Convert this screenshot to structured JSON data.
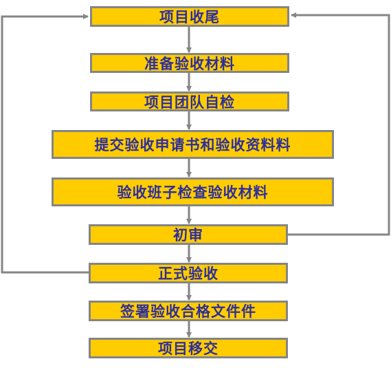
{
  "diagram": {
    "colors": {
      "box_fill": "#ffcc00",
      "box_border": "#858585",
      "text": "#2c2e9e",
      "connector": "#858585"
    },
    "steps": [
      {
        "id": "step-1",
        "label": "项目收尾"
      },
      {
        "id": "step-2",
        "label": "准备验收材料"
      },
      {
        "id": "step-3",
        "label": "项目团队自检"
      },
      {
        "id": "step-4",
        "label": "提交验收申请书和验收资料料"
      },
      {
        "id": "step-5",
        "label": "验收班子检查验收材料"
      },
      {
        "id": "step-6",
        "label": "初审"
      },
      {
        "id": "step-7",
        "label": "正式验收"
      },
      {
        "id": "step-8",
        "label": "签署验收合格文件件"
      },
      {
        "id": "step-9",
        "label": "项目移交"
      }
    ],
    "edges": [
      {
        "from": "step-1",
        "to": "step-2"
      },
      {
        "from": "step-2",
        "to": "step-3"
      },
      {
        "from": "step-3",
        "to": "step-4"
      },
      {
        "from": "step-4",
        "to": "step-5"
      },
      {
        "from": "step-5",
        "to": "step-6"
      },
      {
        "from": "step-6",
        "to": "step-7"
      },
      {
        "from": "step-7",
        "to": "step-8"
      },
      {
        "from": "step-8",
        "to": "step-9"
      },
      {
        "from": "step-6",
        "to": "step-1",
        "kind": "feedback-right"
      },
      {
        "from": "step-7",
        "to": "step-1",
        "kind": "feedback-left"
      }
    ]
  }
}
